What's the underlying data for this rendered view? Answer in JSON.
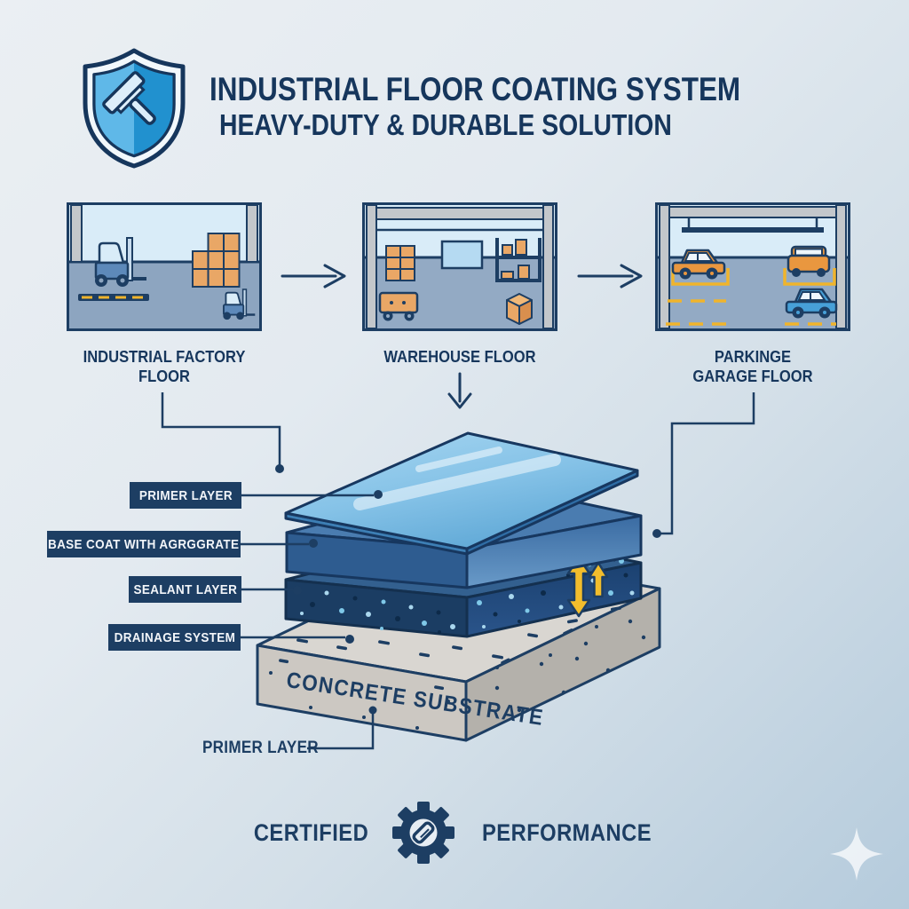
{
  "header": {
    "title": "INDUSTRIAL FLOOR COATING SYSTEM",
    "subtitle": "HEAVY-DUTY & DURABLE SOLUTION"
  },
  "panels": [
    {
      "label": "INDUSTRIAL FACTORY FLOOR"
    },
    {
      "label": "WAREHOUSE FLOOR"
    },
    {
      "label": "PARKINGE GARAGE FLOOR"
    }
  ],
  "layer_labels": {
    "primer_top": "PRIMER LAYER",
    "base_coat": "BASE COAT WITH AGRGGRATE",
    "sealant": "SEALANT LAYER",
    "drainage": "DRAINAGE SYSTEM",
    "substrate": "CONCRETE SUBSTRATE",
    "primer_bottom": "PRIMER LAYER"
  },
  "footer": {
    "certified": "CERTIFIED",
    "performance": "PERFORMANCE"
  },
  "icons": {
    "logo": "shield-squeegee-icon",
    "footer_badge": "gear-roller-icon",
    "corner_decoration": "four-point-sparkle-icon",
    "panel_flow": "chevron-right-arrow",
    "drainage": "yellow-vertical-arrows"
  },
  "colors": {
    "navy": "#1d3e63",
    "title_navy": "#16365c",
    "orange": "#e9a766",
    "yellow": "#f0b42c",
    "panel_wall_blue": "#d9ecf8",
    "panel_floor_blue": "#93aac4",
    "top_coat_blue": "#8fcaec",
    "base_coat_blue": "#4a7cb0",
    "sealant_navy": "#1e4470",
    "concrete_gray": "#d8d5d0",
    "background_top": "#ebeff3",
    "background_bottom_right": "#b5cbdc"
  }
}
